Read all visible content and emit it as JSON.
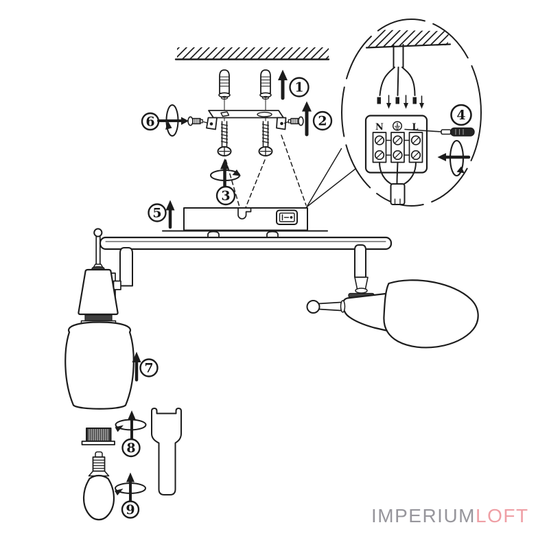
{
  "steps": [
    {
      "number": "1"
    },
    {
      "number": "2"
    },
    {
      "number": "3"
    },
    {
      "number": "4"
    },
    {
      "number": "5"
    },
    {
      "number": "6"
    },
    {
      "number": "7"
    },
    {
      "number": "8"
    },
    {
      "number": "9"
    }
  ],
  "wiring": {
    "neutral_label": "N",
    "live_label": "L"
  },
  "watermark": {
    "brand_part_1": "IMPERIUM",
    "brand_part_2": "LOFT",
    "part_1_color": "#97969c",
    "part_2_color": "#ef9fa5"
  },
  "colors": {
    "line": "#1c1c1c",
    "background": "#ffffff",
    "shade_band": "#3f3f3f"
  }
}
